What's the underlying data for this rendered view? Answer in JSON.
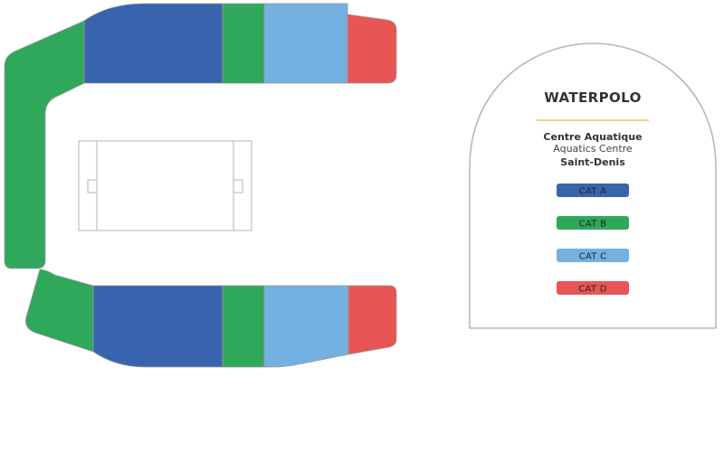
{
  "legend": {
    "title": "WATERPOLO",
    "venue_name": "Centre Aquatique",
    "venue_name_en": "Aquatics Centre",
    "venue_city": "Saint-Denis",
    "divider_color": "#f2c54b",
    "categories": [
      {
        "label": "CAT A",
        "color": "#3864ae"
      },
      {
        "label": "CAT B",
        "color": "#2fa85b"
      },
      {
        "label": "CAT C",
        "color": "#74b0e0"
      },
      {
        "label": "CAT D",
        "color": "#e85555"
      }
    ]
  },
  "seat_map": {
    "pool_icon": "waterpolo-pool-outline",
    "stands": {
      "top": [
        "CAT B",
        "CAT A",
        "CAT B",
        "CAT C",
        "CAT D"
      ],
      "left": [
        "CAT B"
      ],
      "bottom": [
        "CAT B",
        "CAT A",
        "CAT B",
        "CAT C",
        "CAT D"
      ]
    }
  }
}
